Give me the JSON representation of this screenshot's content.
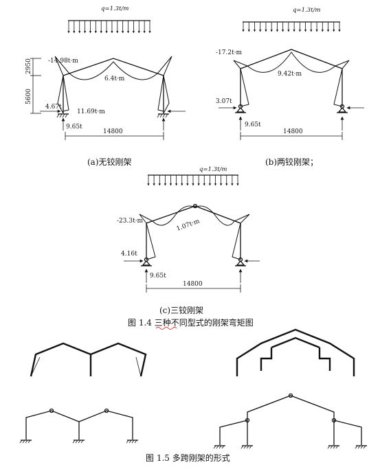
{
  "diagram_a": {
    "load": "q=1.3t/m",
    "moment_knee": "-14.98t·m",
    "moment_mid": "6.4t·m",
    "moment_base": "11.69t·m",
    "dim_top": "2950",
    "dim_col": "5600",
    "force_h": "4.67t",
    "force_v": "9.65t",
    "span": "14800",
    "caption": "(a)无铰刚架"
  },
  "diagram_b": {
    "load": "q=1.3t/m",
    "moment_knee": "-17.2t·m",
    "moment_mid": "9.42t·m",
    "force_h": "3.07t",
    "force_v": "9.65t",
    "span": "14800",
    "caption": "(b)两铰刚架；"
  },
  "diagram_c": {
    "load": "q=1.3t/m",
    "moment_knee": "-23.3t·m",
    "moment_mid": "1.07t·m",
    "force_h": "4.16t",
    "force_v": "9.65t",
    "span": "14800",
    "caption": "(c)三铰刚架"
  },
  "fig14_caption": "图 1.4 三种不同型式的刚架弯矩图",
  "fig15_caption": "图 1.5 多跨刚架的形式"
}
